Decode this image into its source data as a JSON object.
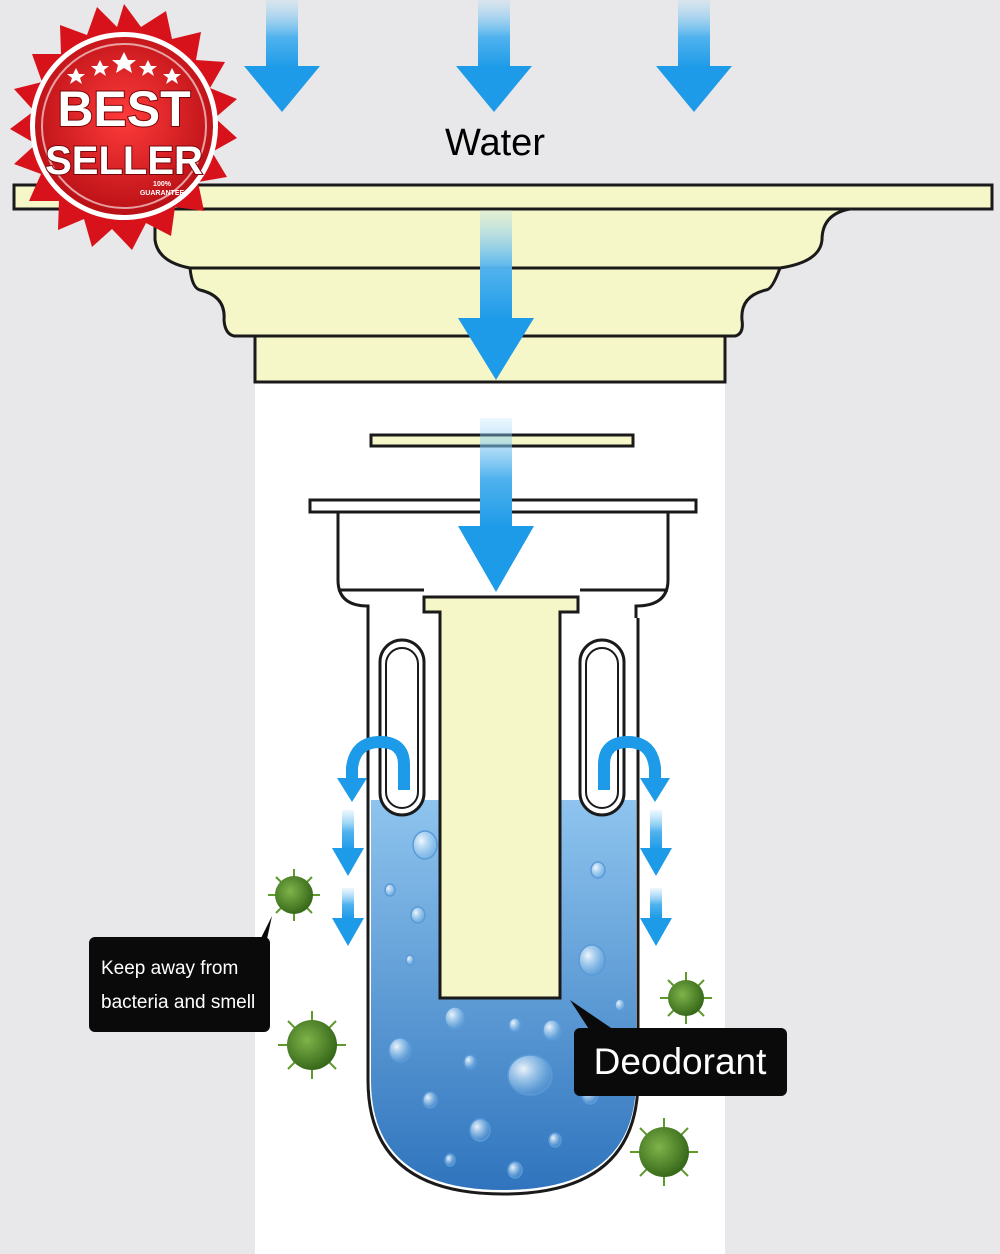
{
  "diagram": {
    "labels": {
      "water": "Water",
      "deodorant": "Deodorant",
      "keep_away_line1": "Keep away from",
      "keep_away_line2": "bacteria and smell"
    },
    "badge": {
      "line1": "BEST",
      "line2": "SELLER",
      "small_line1": "100%",
      "small_line2": "GUARANTEE"
    },
    "colors": {
      "background": "#e8e8ea",
      "pipe": "#ffffff",
      "part_fill": "#f6f7c8",
      "arrow": "#1e9be8",
      "water_top": "#8ec4ee",
      "water_bottom": "#2f74bd",
      "callout_bg": "#0a0a0a",
      "badge_red": "#d8121a",
      "bacteria": "#3d7d1c"
    }
  }
}
